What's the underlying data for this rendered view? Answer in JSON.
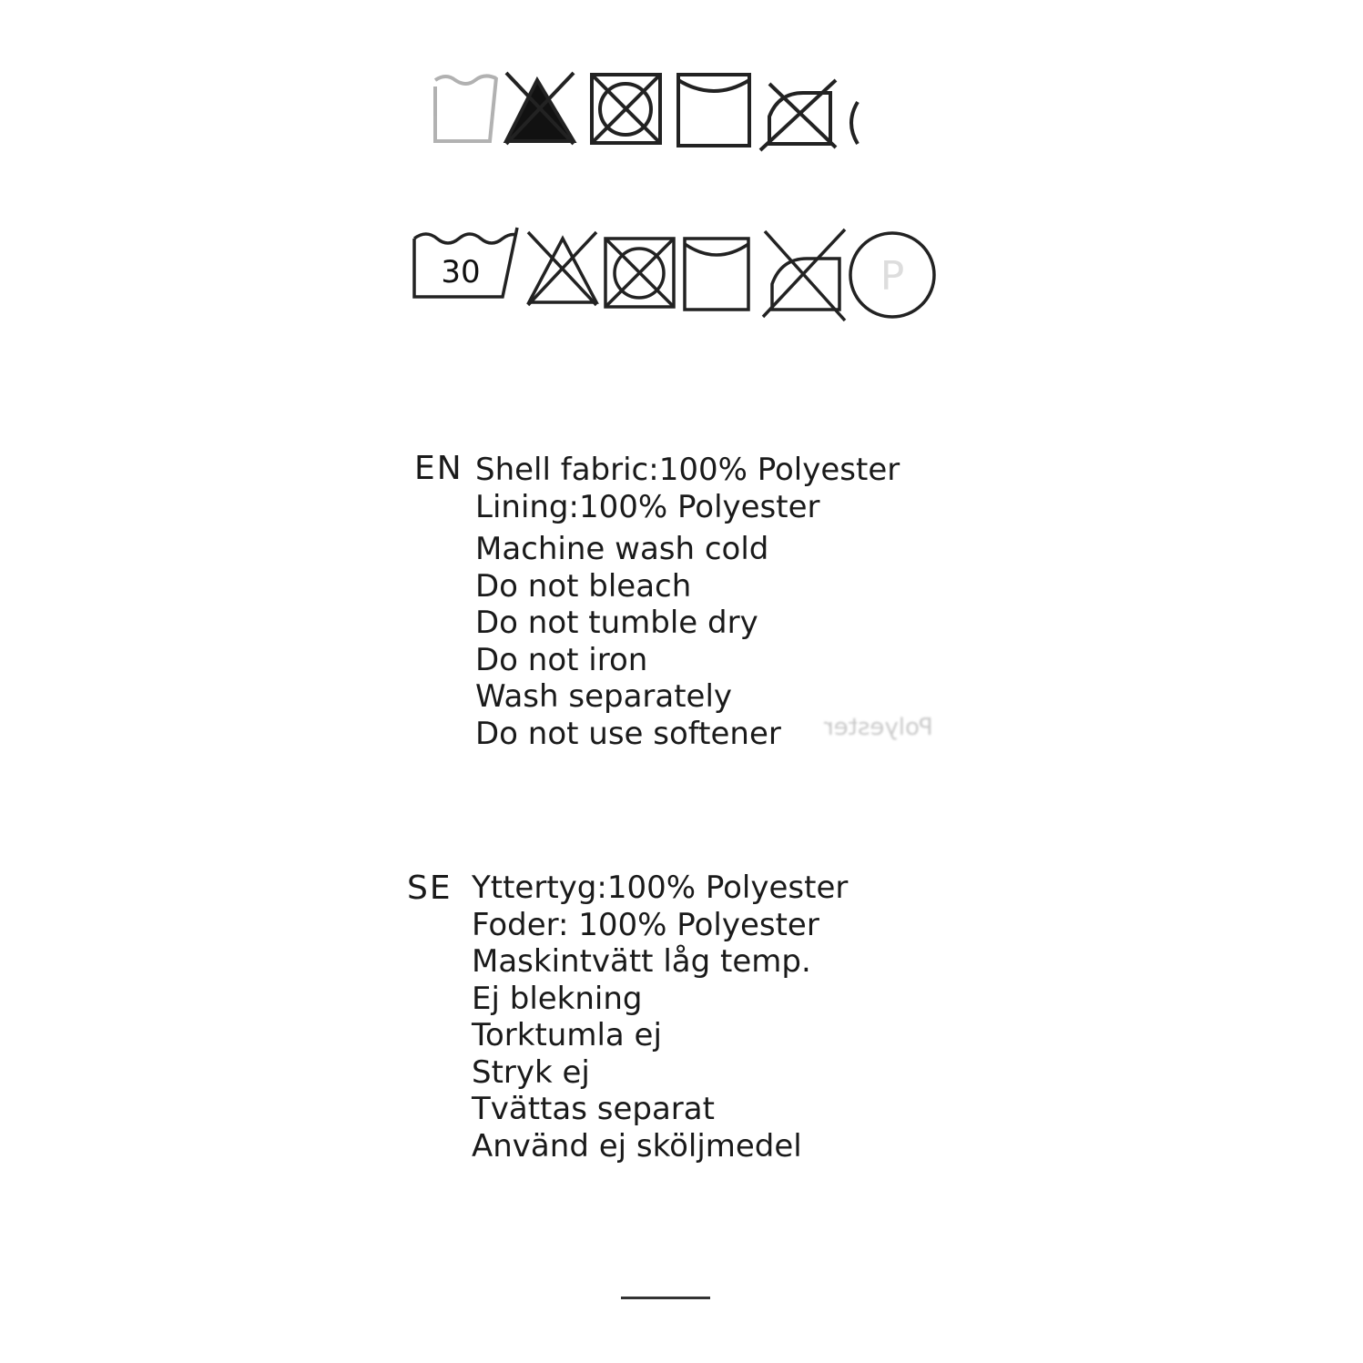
{
  "care_symbols": {
    "faded_row": [
      {
        "icon": "wash-tub-icon"
      },
      {
        "icon": "no-bleach-icon"
      },
      {
        "icon": "no-tumble-dry-icon"
      },
      {
        "icon": "line-dry-icon"
      },
      {
        "icon": "no-iron-icon"
      },
      {
        "icon": "dry-clean-icon"
      }
    ],
    "main_row": [
      {
        "icon": "wash-30-icon",
        "text": "30"
      },
      {
        "icon": "no-bleach-icon"
      },
      {
        "icon": "no-tumble-dry-icon"
      },
      {
        "icon": "line-dry-icon"
      },
      {
        "icon": "no-iron-icon"
      },
      {
        "icon": "dry-clean-p-icon",
        "text": "P"
      }
    ]
  },
  "en": {
    "code": "EN",
    "shell": "Shell fabric:100% Polyester",
    "lining": "Lining:100% Polyester",
    "instructions": [
      "Machine wash cold",
      "Do not bleach",
      "Do not tumble dry",
      "Do not iron",
      "Wash separately",
      "Do not use softener"
    ]
  },
  "se": {
    "code": "SE",
    "shell": "Yttertyg:100% Polyester",
    "lining": "Foder: 100% Polyester",
    "instructions": [
      "Maskintvätt låg temp.",
      "Ej blekning",
      "Torktumla ej",
      "Stryk ej",
      "Tvättas separat",
      "Använd ej sköljmedel"
    ]
  },
  "ghost_text": "Polyester"
}
